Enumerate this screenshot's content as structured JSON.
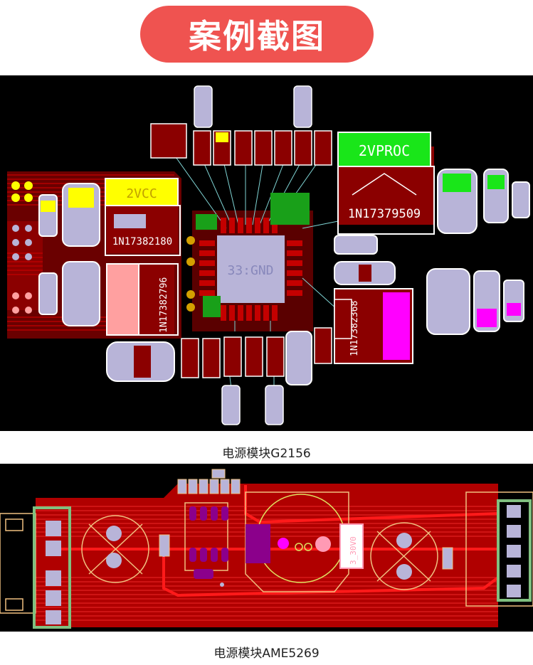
{
  "banner": {
    "title": "案例截图"
  },
  "pcb1": {
    "caption": "电源模块G2156",
    "labels": {
      "rail_vproc": "2VPROC",
      "rail_vcc": "2VCC",
      "chip_net": "33:GND",
      "ref_top_right": "1N17379509",
      "ref_left": "1N17382180",
      "ref_left_vertical": "1N17382796",
      "ref_bottom": "1N17382368"
    },
    "colors": {
      "board": "#000000",
      "copper": "#8b0000",
      "pad": "#b8b4d8",
      "vproc": "#19e619",
      "vcc": "#ffff00",
      "pink": "#ffa0a0",
      "magenta": "#ff00ff",
      "ratsnest": "#7fd4d4",
      "outline": "#ffffff"
    }
  },
  "pcb2": {
    "caption": "电源模块AME5269",
    "labels": {
      "rail_label": "3_30V0"
    },
    "colors": {
      "board": "#000000",
      "copper": "#c40000",
      "trace": "#ff1a1a",
      "silkscreen": "#f0c080",
      "pad": "#b8b4d8",
      "purple": "#8b008b",
      "magenta": "#ff00ff",
      "pink": "#ff9ab4",
      "green_outline": "#80c080"
    }
  }
}
